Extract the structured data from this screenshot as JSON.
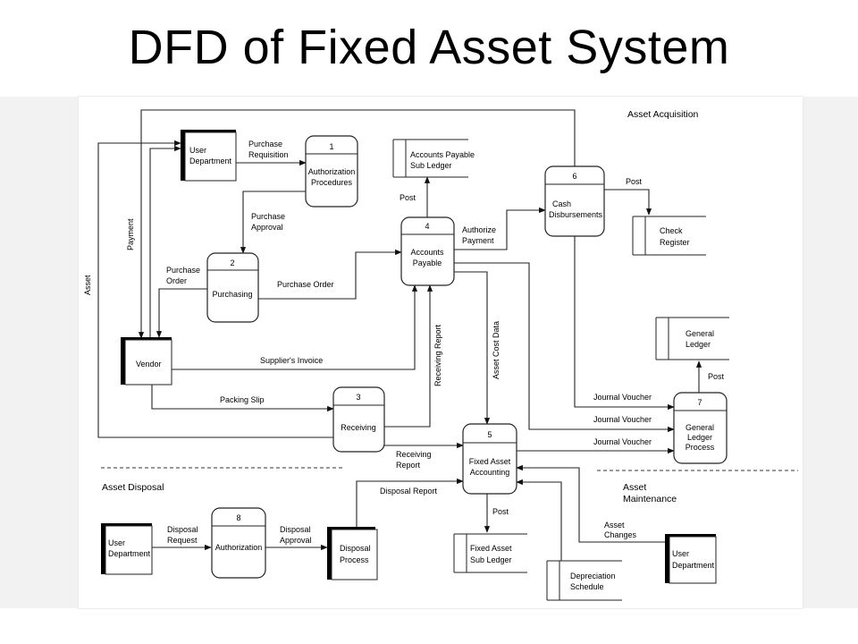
{
  "title": "DFD of Fixed Asset System",
  "sections": {
    "acquisition": "Asset Acquisition",
    "disposal": "Asset Disposal",
    "maintenance": [
      "Asset",
      "Maintenance"
    ]
  },
  "processes": [
    {
      "num": "1",
      "lines": [
        "Authorization",
        "Procedures"
      ]
    },
    {
      "num": "2",
      "lines": [
        "Purchasing"
      ]
    },
    {
      "num": "3",
      "lines": [
        "Receiving"
      ]
    },
    {
      "num": "4",
      "lines": [
        "Accounts",
        "Payable"
      ]
    },
    {
      "num": "5",
      "lines": [
        "Fixed Asset",
        "Accounting"
      ]
    },
    {
      "num": "6",
      "lines": [
        "Cash",
        "Disbursements"
      ]
    },
    {
      "num": "7",
      "lines": [
        "General",
        "Ledger",
        "Process"
      ]
    },
    {
      "num": "8",
      "lines": [
        "Authorization"
      ]
    },
    {
      "num": "",
      "lines": [
        "Disposal",
        "Process"
      ]
    }
  ],
  "entities": [
    {
      "lines": [
        "User",
        "Department"
      ]
    },
    {
      "lines": [
        "Vendor"
      ]
    },
    {
      "lines": [
        "User",
        "Department"
      ]
    },
    {
      "lines": [
        "User",
        "Department"
      ]
    }
  ],
  "stores": [
    {
      "lines": [
        "Accounts Payable",
        "Sub Ledger"
      ]
    },
    {
      "lines": [
        "Check",
        "Register"
      ]
    },
    {
      "lines": [
        "General",
        "Ledger"
      ]
    },
    {
      "lines": [
        "Fixed Asset",
        "Sub Ledger"
      ]
    },
    {
      "lines": [
        "Depreciation",
        "Schedule"
      ]
    }
  ],
  "flows": {
    "purchase_requisition": [
      "Purchase",
      "Requisition"
    ],
    "purchase_approval": [
      "Purchase",
      "Approval"
    ],
    "purchase_order_left": [
      "Purchase",
      "Order"
    ],
    "purchase_order": "Purchase Order",
    "payment": "Payment",
    "asset": "Asset",
    "suppliers_invoice": "Supplier's Invoice",
    "packing_slip": "Packing Slip",
    "receiving_report_vertical": "Receiving Report",
    "receiving_report": [
      "Receiving",
      "Report"
    ],
    "asset_cost_data": "Asset Cost Data",
    "post_ap": "Post",
    "authorize_payment": [
      "Authorize",
      "Payment"
    ],
    "post_cash": "Post",
    "post_gl": "Post",
    "post_fa": "Post",
    "journal_voucher_1": "Journal Voucher",
    "journal_voucher_2": "Journal Voucher",
    "journal_voucher_3": "Journal Voucher",
    "disposal_request": [
      "Disposal",
      "Request"
    ],
    "disposal_approval": [
      "Disposal",
      "Approval"
    ],
    "disposal_report": "Disposal Report",
    "asset_changes": [
      "Asset",
      "Changes"
    ]
  }
}
